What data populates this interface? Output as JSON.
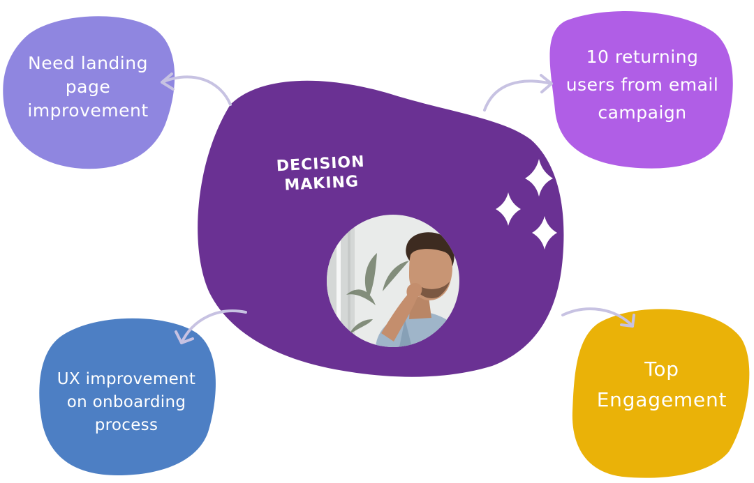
{
  "center": {
    "title_line1": "DECISION",
    "title_line2": "MAKING"
  },
  "nodes": {
    "top_left": {
      "line1": "Need landing",
      "line2": "page",
      "line3": "improvement",
      "color": "#8f86e0"
    },
    "top_right": {
      "line1": "10 returning",
      "line2": "users from email",
      "line3": "campaign",
      "color": "#b05ee6"
    },
    "bottom_left": {
      "line1": "UX improvement",
      "line2": "on onboarding",
      "line3": "process",
      "color": "#4d7fc4"
    },
    "bottom_right": {
      "line1": "Top",
      "line2": "Engagement",
      "color": "#eab208"
    }
  },
  "colors": {
    "center_blob": "#6a3193",
    "arrows": "#c7c2e2"
  },
  "icons": [
    "sparkle-icon",
    "arrow-curved-icon"
  ]
}
